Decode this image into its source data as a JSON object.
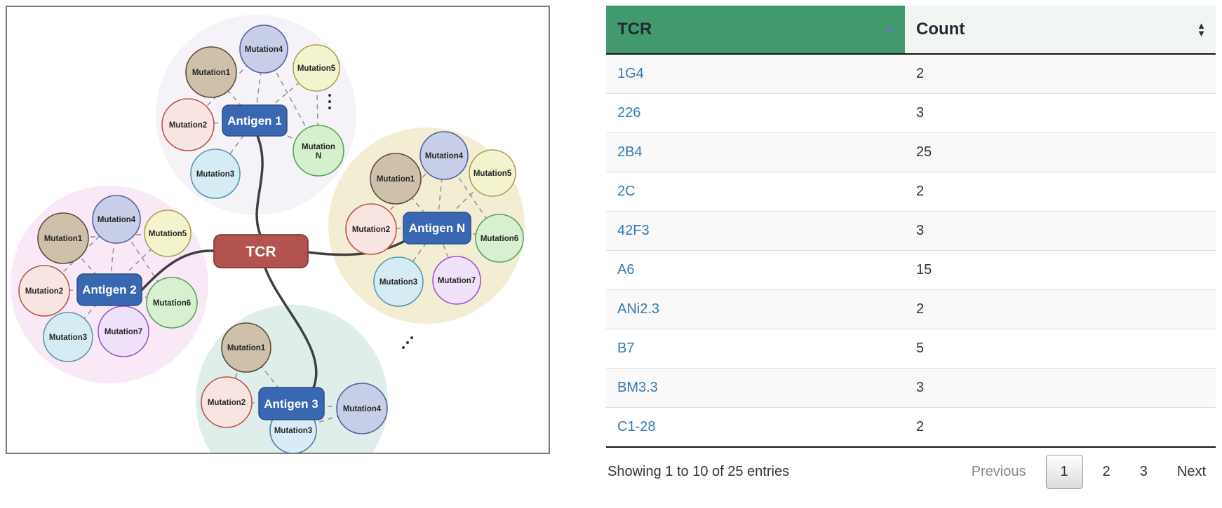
{
  "diagram": {
    "tcr": "TCR",
    "antigen1": {
      "label": "Antigen 1",
      "m1": "Mutation1",
      "m2": "Mutation2",
      "m3": "Mutation3",
      "m4": "Mutation4",
      "m5": "Mutation5",
      "mn_line1": "Mutation",
      "mn_line2": "N"
    },
    "antigen2": {
      "label": "Antigen 2",
      "m1": "Mutation1",
      "m2": "Mutation2",
      "m3": "Mutation3",
      "m4": "Mutation4",
      "m5": "Mutation5",
      "m6": "Mutation6",
      "m7": "Mutation7"
    },
    "antigen3": {
      "label": "Antigen 3",
      "m1": "Mutation1",
      "m2": "Mutation2",
      "m3": "Mutation3",
      "m4": "Mutation4"
    },
    "antigenN": {
      "label": "Antigen N",
      "m1": "Mutation1",
      "m2": "Mutation2",
      "m3": "Mutation3",
      "m4": "Mutation4",
      "m5": "Mutation5",
      "m6": "Mutation6",
      "m7": "Mutation7"
    }
  },
  "table": {
    "headers": {
      "tcr": "TCR",
      "count": "Count"
    },
    "rows": [
      {
        "tcr": "1G4",
        "count": "2"
      },
      {
        "tcr": "226",
        "count": "3"
      },
      {
        "tcr": "2B4",
        "count": "25"
      },
      {
        "tcr": "2C",
        "count": "2"
      },
      {
        "tcr": "42F3",
        "count": "3"
      },
      {
        "tcr": "A6",
        "count": "15"
      },
      {
        "tcr": "ANi2.3",
        "count": "2"
      },
      {
        "tcr": "B7",
        "count": "5"
      },
      {
        "tcr": "BM3.3",
        "count": "3"
      },
      {
        "tcr": "C1-28",
        "count": "2"
      }
    ],
    "info": "Showing 1 to 10 of 25 entries",
    "pagination": {
      "previous": "Previous",
      "page1": "1",
      "page2": "2",
      "page3": "3",
      "next": "Next",
      "current_page": "1"
    }
  },
  "colors": {
    "header_green": "#43996E",
    "count_header_bg": "#f1f6f3",
    "link_blue": "#337ab7",
    "tcr_red": "#b35350",
    "antigen_blue": "#3a67b2"
  }
}
